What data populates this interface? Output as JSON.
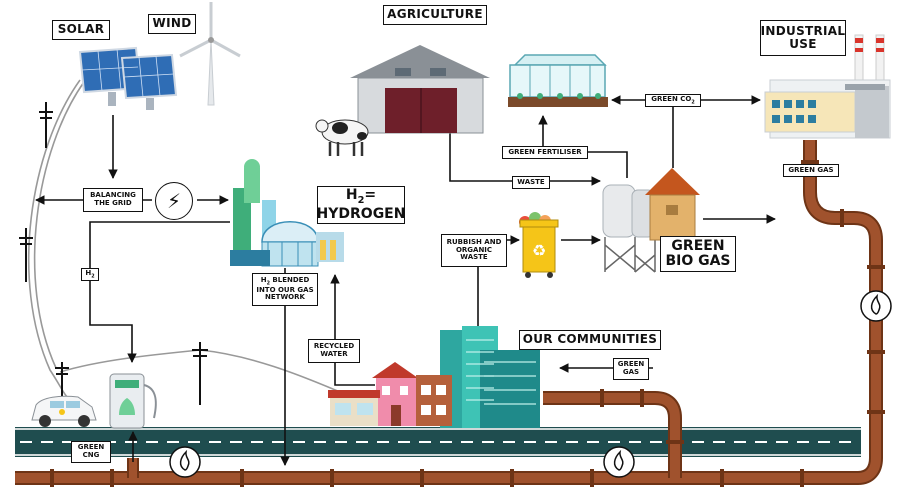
{
  "labels": {
    "solar": "SOLAR",
    "wind": "WIND",
    "agriculture": "AGRICULTURE",
    "industrial_use": "INDUSTRIAL\nUSE",
    "hydrogen_sym": "H",
    "hydrogen_sub": "2",
    "hydrogen_eq": "=",
    "hydrogen": "HYDROGEN",
    "green_bio_gas": "GREEN\nBIO GAS",
    "our_communities": "OUR COMMUNITIES",
    "balancing_the_grid": "BALANCING\nTHE GRID",
    "green_fertiliser": "GREEN FERTILISER",
    "waste": "WASTE",
    "green_co2_text": "GREEN CO",
    "green_co2_sub": "2",
    "green_gas_industry": "GREEN GAS",
    "rubbish_organic_waste": "RUBBISH AND\nORGANIC\nWASTE",
    "h2_line_sym": "H",
    "h2_line_sub": "2",
    "h2_blended_sym": "H",
    "h2_blended_sub": "2",
    "h2_blended_rest": " BLENDED\nINTO OUR GAS\nNETWORK",
    "recycled_water": "RECYCLED\nWATER",
    "green_gas_community": "GREEN\nGAS",
    "green_cng": "GREEN\nCNG"
  },
  "colors": {
    "pipe": "#a0522d",
    "pipe_dark": "#6e3416",
    "road": "#1f4d4f",
    "solar_panel": "#2f6db5",
    "tank_green": "#3fae7a",
    "bin_yellow": "#f5c518"
  }
}
